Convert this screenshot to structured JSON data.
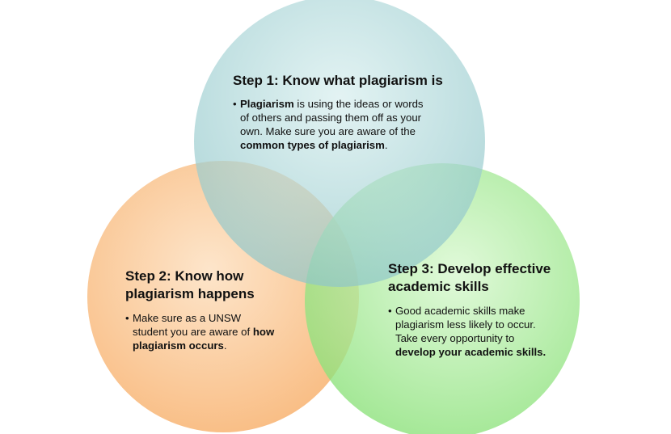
{
  "colors": {
    "step1_fill": "#9ecfd0",
    "step2_fill": "#fbc48f",
    "step3_fill": "#9be58c"
  },
  "step1": {
    "title": "Step 1: Know what plagiarism is",
    "bullet": "•",
    "l1_bold": "Plagiarism",
    "l1_rest": " is using the ideas or words",
    "l2": "of others and passing them off as your",
    "l3": "own. Make sure you are aware of the",
    "l4_bold": "common types of plagiarism",
    "l4_rest": "."
  },
  "step2": {
    "title_l1": "Step 2: Know how",
    "title_l2": "plagiarism happens",
    "bullet": "•",
    "l1": "Make sure as a UNSW",
    "l2_rest": "student you are aware of ",
    "l2_bold": "how",
    "l3_bold": "plagiarism occurs",
    "l3_rest": "."
  },
  "step3": {
    "title_l1": "Step 3: Develop effective",
    "title_l2": "academic skills",
    "bullet": "•",
    "l1": "Good academic skills make",
    "l2": "plagiarism less likely to occur.",
    "l3": "Take every opportunity to",
    "l4_bold": "develop your academic skills."
  }
}
